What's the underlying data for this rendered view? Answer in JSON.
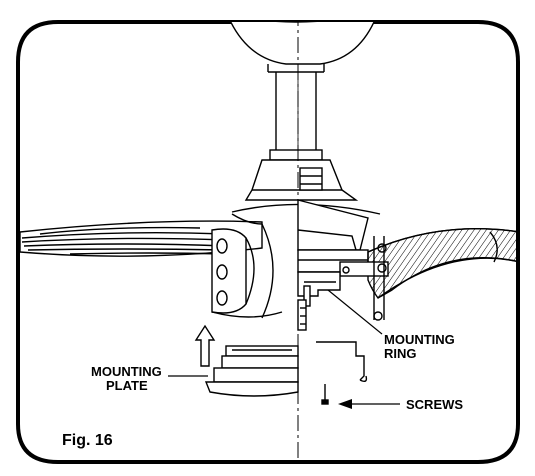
{
  "figure": {
    "caption": "Fig. 16",
    "labels": {
      "mounting_ring": [
        "MOUNTING",
        "RING"
      ],
      "mounting_plate": [
        "MOUNTING",
        "PLATE"
      ],
      "screws": "SCREWS"
    }
  }
}
